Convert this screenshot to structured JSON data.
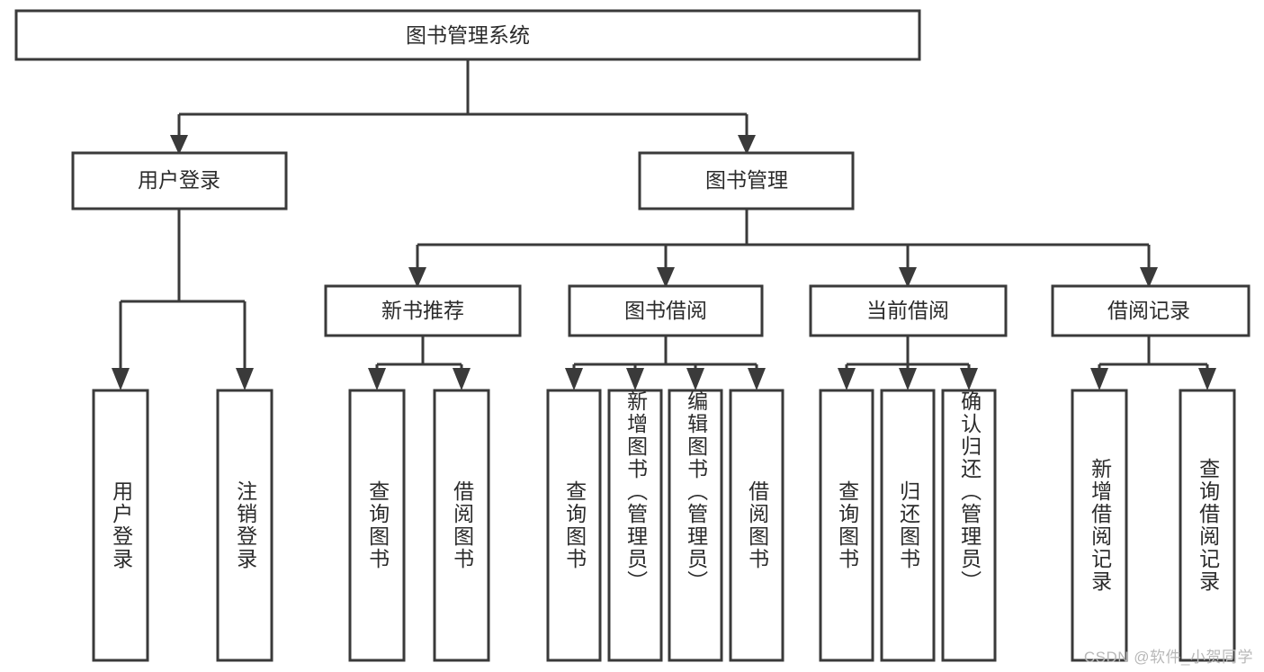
{
  "diagram": {
    "type": "tree-hierarchy",
    "title": "图书管理系统",
    "watermark": "CSDN @软件_小贺同学",
    "colors": {
      "stroke": "#3a3a3a",
      "fill": "#ffffff",
      "text": "#2b2b2b",
      "watermark": "#b8b8b8"
    },
    "nodes": {
      "root": {
        "label": "图书管理系统"
      },
      "level2": [
        {
          "label": "用户登录"
        },
        {
          "label": "图书管理"
        }
      ],
      "level3": [
        {
          "label": "新书推荐"
        },
        {
          "label": "图书借阅"
        },
        {
          "label": "当前借阅"
        },
        {
          "label": "借阅记录"
        }
      ],
      "leaves": {
        "user_login": [
          {
            "label": "用户登录"
          },
          {
            "label": "注销登录"
          }
        ],
        "new_book": [
          {
            "label": "查询图书"
          },
          {
            "label": "借阅图书"
          }
        ],
        "book_borrow": [
          {
            "label": "查询图书"
          },
          {
            "label": "新增图书（管理员）"
          },
          {
            "label": "编辑图书（管理员）"
          },
          {
            "label": "借阅图书"
          }
        ],
        "current_borrow": [
          {
            "label": "查询图书"
          },
          {
            "label": "归还图书"
          },
          {
            "label": "确认归还（管理员）"
          }
        ],
        "borrow_record": [
          {
            "label": "新增借阅记录"
          },
          {
            "label": "查询借阅记录"
          }
        ]
      }
    },
    "edges": [
      {
        "from": "图书管理系统",
        "to": "用户登录"
      },
      {
        "from": "图书管理系统",
        "to": "图书管理"
      },
      {
        "from": "图书管理",
        "to": "新书推荐"
      },
      {
        "from": "图书管理",
        "to": "图书借阅"
      },
      {
        "from": "图书管理",
        "to": "当前借阅"
      },
      {
        "from": "图书管理",
        "to": "借阅记录"
      },
      {
        "from": "用户登录",
        "to": "用户登录"
      },
      {
        "from": "用户登录",
        "to": "注销登录"
      },
      {
        "from": "新书推荐",
        "to": "查询图书"
      },
      {
        "from": "新书推荐",
        "to": "借阅图书"
      },
      {
        "from": "图书借阅",
        "to": "查询图书"
      },
      {
        "from": "图书借阅",
        "to": "新增图书（管理员）"
      },
      {
        "from": "图书借阅",
        "to": "编辑图书（管理员）"
      },
      {
        "from": "图书借阅",
        "to": "借阅图书"
      },
      {
        "from": "当前借阅",
        "to": "查询图书"
      },
      {
        "from": "当前借阅",
        "to": "归还图书"
      },
      {
        "from": "当前借阅",
        "to": "确认归还（管理员）"
      },
      {
        "from": "借阅记录",
        "to": "新增借阅记录"
      },
      {
        "from": "借阅记录",
        "to": "查询借阅记录"
      }
    ]
  }
}
